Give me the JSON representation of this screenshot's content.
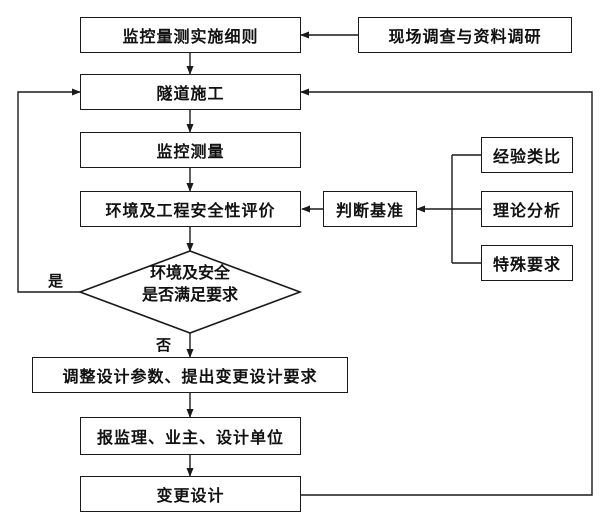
{
  "nodes": {
    "monitoring_rules": "监控量测实施细则",
    "site_survey": "现场调查与资料调研",
    "tunnel_construction": "隧道施工",
    "monitoring": "监控测量",
    "safety_evaluation": "环境及工程安全性评价",
    "criteria": "判断基准",
    "experience": "经验类比",
    "theory": "理论分析",
    "special": "特殊要求",
    "decision_line1": "环境及安全",
    "decision_line2": "是否满足要求",
    "adjust": "调整设计参数、提出变更设计要求",
    "report": "报监理、业主、设计单位",
    "change_design": "变更设计"
  },
  "labels": {
    "yes": "是",
    "no": "否"
  }
}
